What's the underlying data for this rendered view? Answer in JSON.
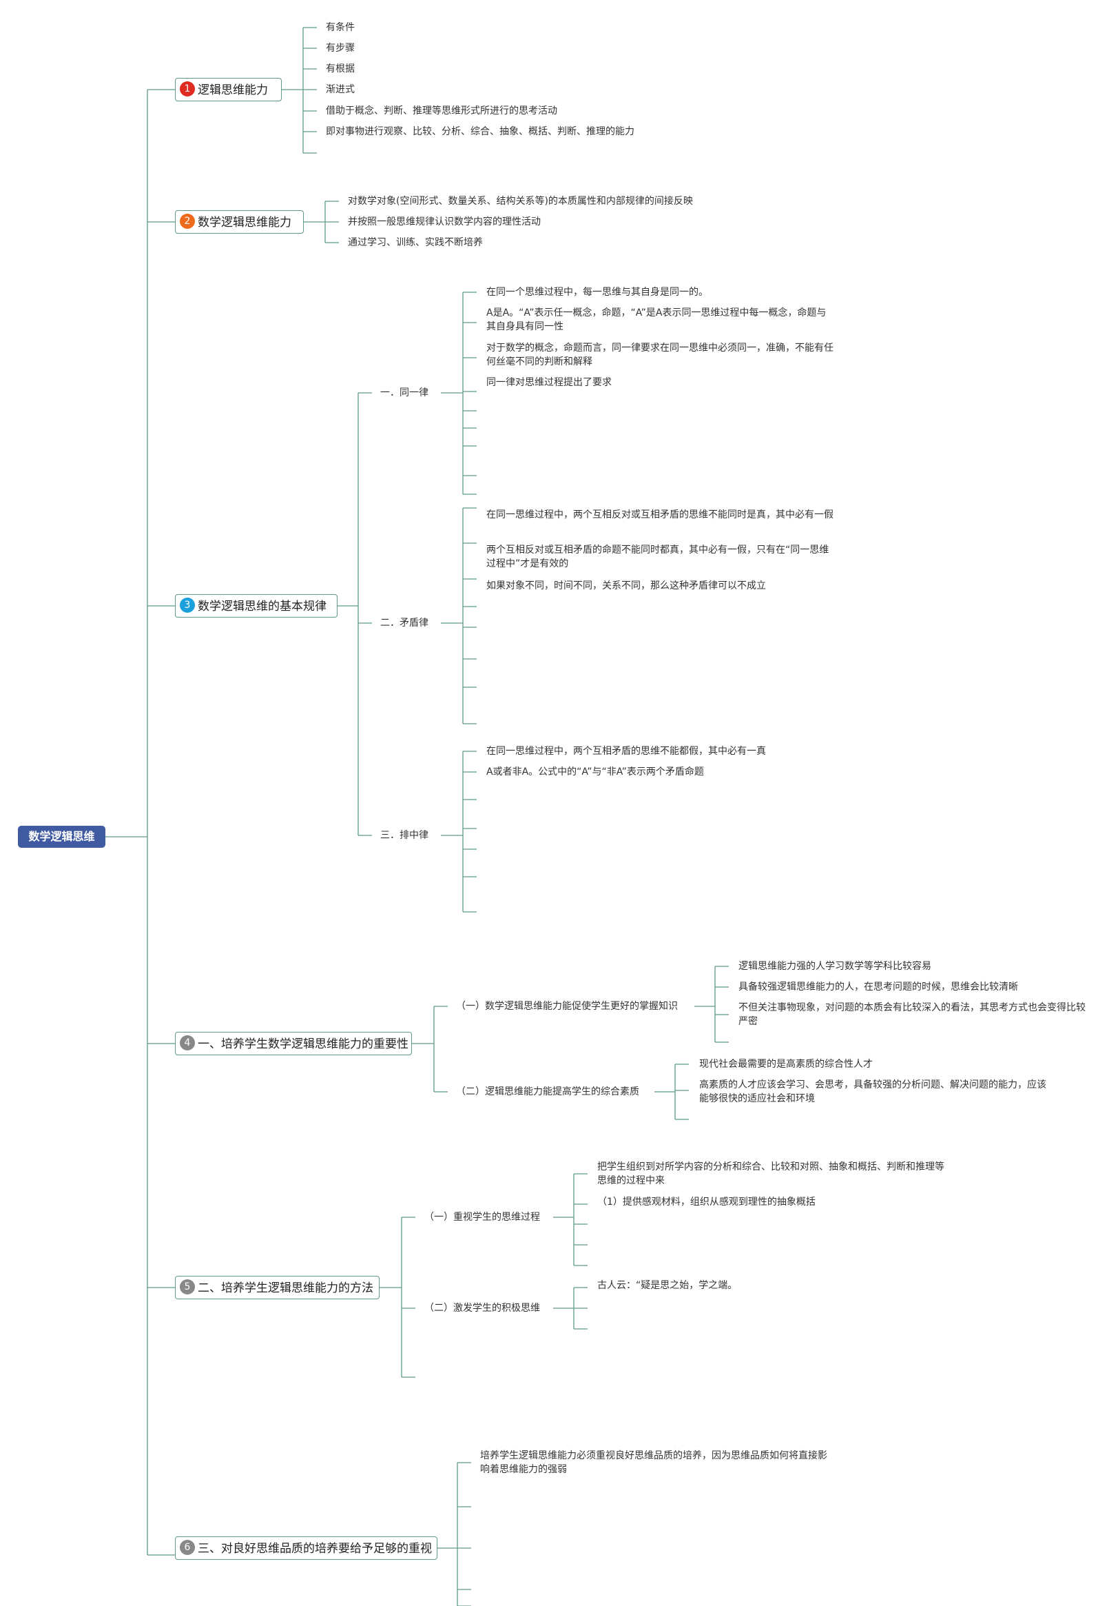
{
  "root": {
    "label": "数学逻辑思维"
  },
  "colors": {
    "root_fill": "#3f5aa0",
    "line": "#5b9a87",
    "n1": "#e02b20",
    "n2": "#ee6a1c",
    "n3": "#1aa0dd",
    "n_gray": "#888888"
  },
  "branches": [
    {
      "number": "1",
      "label": "逻辑思维能力",
      "children": [
        "有条件",
        "有步骤",
        "有根据",
        "渐进式",
        "借助于概念、判断、推理等思维形式所进行的思考活动",
        "即对事物进行观察、比较、分析、综合、抽象、概括、判断、推理的能力"
      ]
    },
    {
      "number": "2",
      "label": "数学逻辑思维能力",
      "children": [
        "对数学对象(空间形式、数量关系、结构关系等)的本质属性和内部规律的间接反映",
        "并按照一般思维规律认识数学内容的理性活动",
        "通过学习、训练、实践不断培养"
      ]
    },
    {
      "number": "3",
      "label": "数学逻辑思维的基本规律",
      "subs": [
        {
          "label": "一．同一律",
          "children": [
            "在同一个思维过程中，每一思维与其自身是同一的。",
            "A是A。“A”表示任一概念，命题，“A”是A表示同一思维过程中每一概念，命题与其自身具有同一性",
            "对于数学的概念，命题而言，同一律要求在同一思维中必须同一，准确，不能有任何丝毫不同的判断和解释",
            "同一律对思维过程提出了要求"
          ]
        },
        {
          "label": "二．矛盾律",
          "children": [
            "在同一思维过程中，两个互相反对或互相矛盾的思维不能同时是真，其中必有一假",
            "两个互相反对或互相矛盾的命题不能同时都真，其中必有一假，只有在“同一思维过程中”才是有效的",
            "如果对象不同，时间不同，关系不同，那么这种矛盾律可以不成立"
          ]
        },
        {
          "label": "三．排中律",
          "children": [
            "在同一思维过程中，两个互相矛盾的思维不能都假，其中必有一真",
            "A或者非A。公式中的“A”与“非A”表示两个矛盾命题"
          ]
        }
      ]
    },
    {
      "number": "4",
      "label": "一、培养学生数学逻辑思维能力的重要性",
      "subs": [
        {
          "label": "（一）数学逻辑思维能力能促使学生更好的掌握知识",
          "children": [
            "逻辑思维能力强的人学习数学等学科比较容易",
            "具备较强逻辑思维能力的人，在思考问题的时候，思维会比较清晰",
            "不但关注事物现象，对问题的本质会有比较深入的看法，其思考方式也会变得比较严密"
          ]
        },
        {
          "label": "（二）逻辑思维能力能提高学生的综合素质",
          "children": [
            "现代社会最需要的是高素质的综合性人才",
            "高素质的人才应该会学习、会思考，具备较强的分析问题、解决问题的能力，应该能够很快的适应社会和环境"
          ]
        }
      ]
    },
    {
      "number": "5",
      "label": "二、培养学生逻辑思维能力的方法",
      "subs": [
        {
          "label": "（一）重视学生的思维过程",
          "children": [
            "把学生组织到对所学内容的分析和综合、比较和对照、抽象和概括、判断和推理等思维的过程中来",
            "（1）提供感观材料，组织从感观到理性的抽象概括"
          ]
        },
        {
          "label": "（二）激发学生的积极思维",
          "children": [
            "古人云：“疑是思之始，学之端。"
          ]
        }
      ]
    },
    {
      "number": "6",
      "label": "三、对良好思维品质的培养要给予足够的重视",
      "children": [
        "培养学生逻辑思维能力必须重视良好思维品质的培养，因为思维品质如何将直接影响着思维能力的强弱"
      ]
    }
  ]
}
